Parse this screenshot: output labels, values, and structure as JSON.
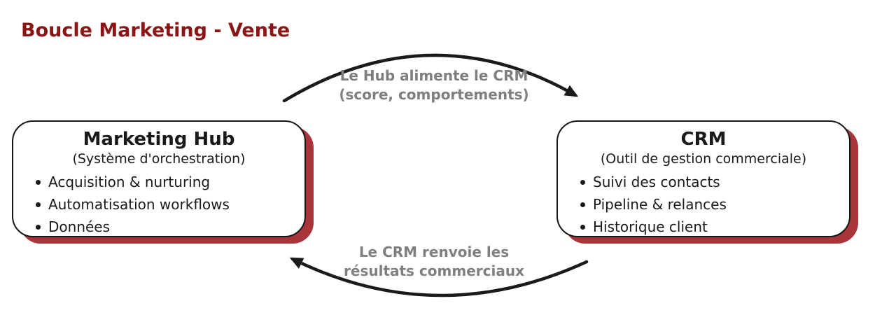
{
  "page": {
    "title": "Boucle Marketing - Vente"
  },
  "colors": {
    "heading": "#8B1414",
    "shadow": "#A93439",
    "arrow": "#1A1A1A",
    "arrow_label": "#7F7F7F",
    "border": "#151515",
    "text": "#1A1A1A",
    "background": "#FFFFFF"
  },
  "arrows": {
    "top": {
      "label_line1": "Le Hub alimente le CRM",
      "label_line2": "(score, comportements)",
      "direction": "marketing-hub-to-crm"
    },
    "bottom": {
      "label_line1": "Le CRM renvoie les",
      "label_line2": "résultats commerciaux",
      "direction": "crm-to-marketing-hub"
    }
  },
  "boxes": {
    "marketing_hub": {
      "title": "Marketing Hub",
      "subtitle": "(Système d'orchestration)",
      "items": [
        "Acquisition & nurturing",
        "Automatisation workflows",
        "Données"
      ]
    },
    "crm": {
      "title": "CRM",
      "subtitle": "(Outil de gestion commerciale)",
      "items": [
        "Suivi des contacts",
        "Pipeline & relances",
        "Historique client"
      ]
    }
  }
}
